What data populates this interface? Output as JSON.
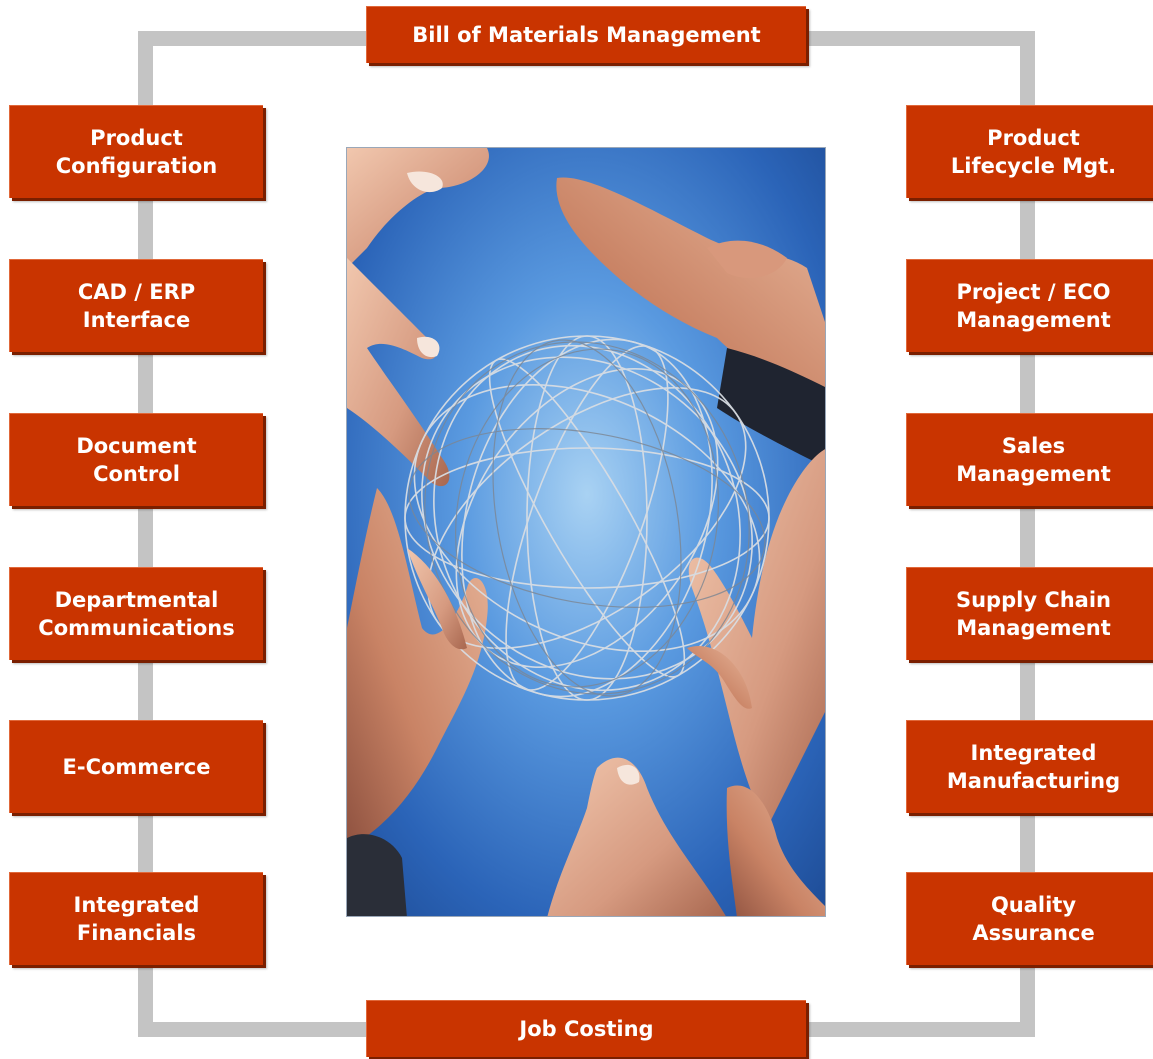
{
  "diagram": {
    "top_box": "Bill of Materials Management",
    "bottom_box": "Job Costing",
    "left_boxes": [
      [
        "Product",
        "Configuration"
      ],
      [
        "CAD / ERP",
        "Interface"
      ],
      [
        "Document",
        "Control"
      ],
      [
        "Departmental",
        "Communications"
      ],
      [
        "E-Commerce"
      ],
      [
        "Integrated",
        "Financials"
      ]
    ],
    "right_boxes": [
      [
        "Product",
        "Lifecycle Mgt."
      ],
      [
        "Project / ECO",
        "Management"
      ],
      [
        "Sales",
        "Management"
      ],
      [
        "Supply Chain",
        "Management"
      ],
      [
        "Integrated",
        "Manufacturing"
      ],
      [
        "Quality",
        "Assurance"
      ]
    ],
    "colors": {
      "box_fill": "#c93400",
      "box_text": "#ffffff",
      "frame_line": "#c4c4c4",
      "photo_background": "#2f6fc0"
    }
  }
}
